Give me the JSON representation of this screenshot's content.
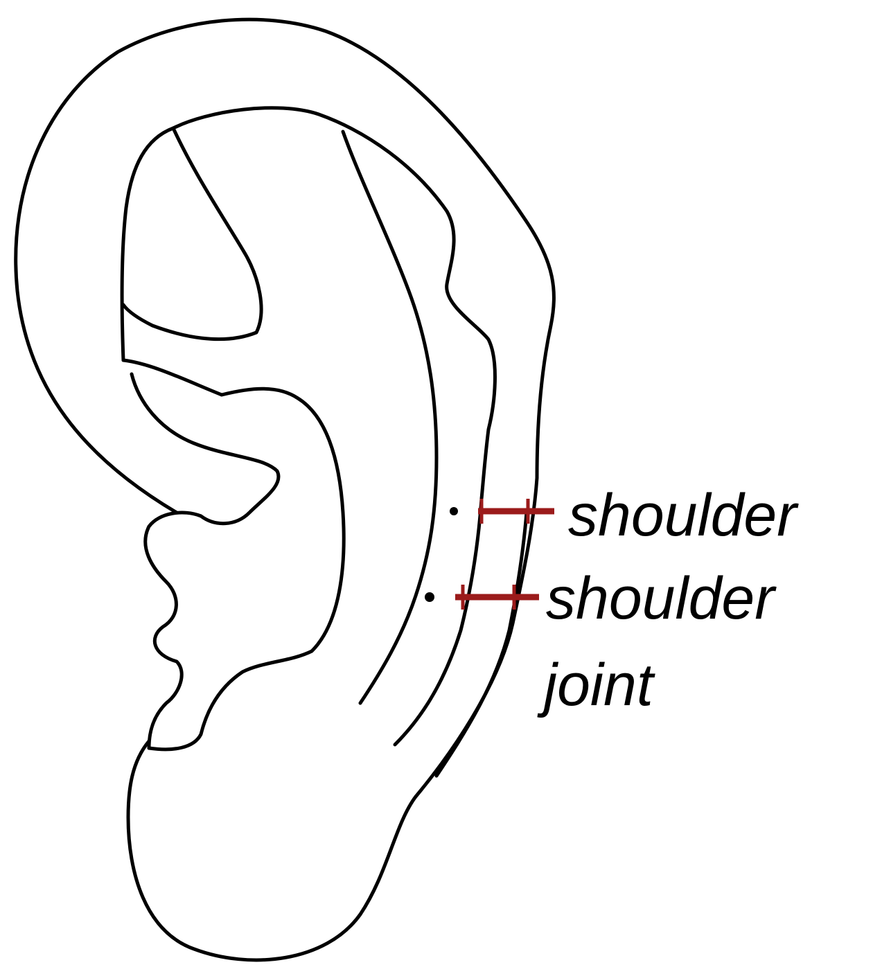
{
  "labels": {
    "shoulder": "shoulder",
    "shoulder_joint_line1": "shoulder",
    "shoulder_joint_line2": "joint"
  },
  "colors": {
    "outline": "#000000",
    "marker": "#9b1b1b",
    "background": "#ffffff"
  }
}
